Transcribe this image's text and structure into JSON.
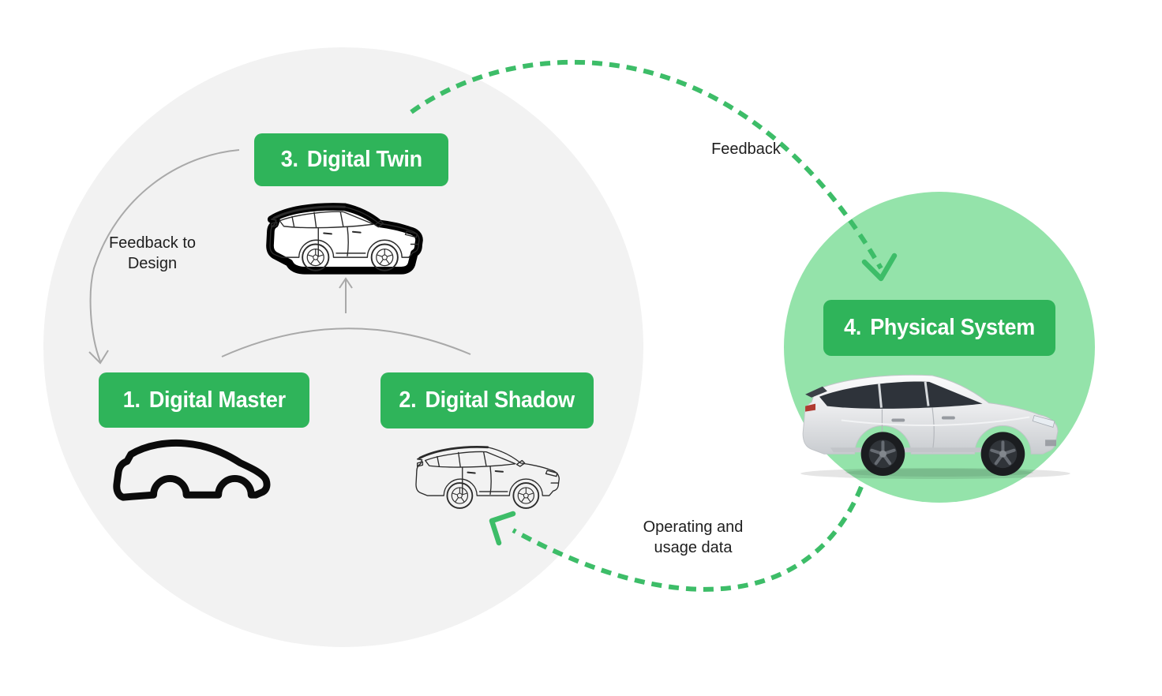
{
  "colors": {
    "nodeGreen": "#2fb45a",
    "lightGreenCircle": "#94e3aa",
    "arrowGreen": "#3dbd68",
    "grayCircle": "#f2f2f2",
    "lineGray": "#a9a9a9",
    "textDark": "#1e1e1e"
  },
  "nodes": {
    "digital_master": {
      "number": "1.",
      "name": "Digital Master"
    },
    "digital_shadow": {
      "number": "2.",
      "name": "Digital Shadow"
    },
    "digital_twin": {
      "number": "3.",
      "name": "Digital Twin"
    },
    "physical_system": {
      "number": "4.",
      "name": "Physical System"
    }
  },
  "annotations": {
    "feedback_to_design": "Feedback to Design",
    "feedback": "Feedback",
    "operating_and_usage_data": "Operating and usage data"
  }
}
